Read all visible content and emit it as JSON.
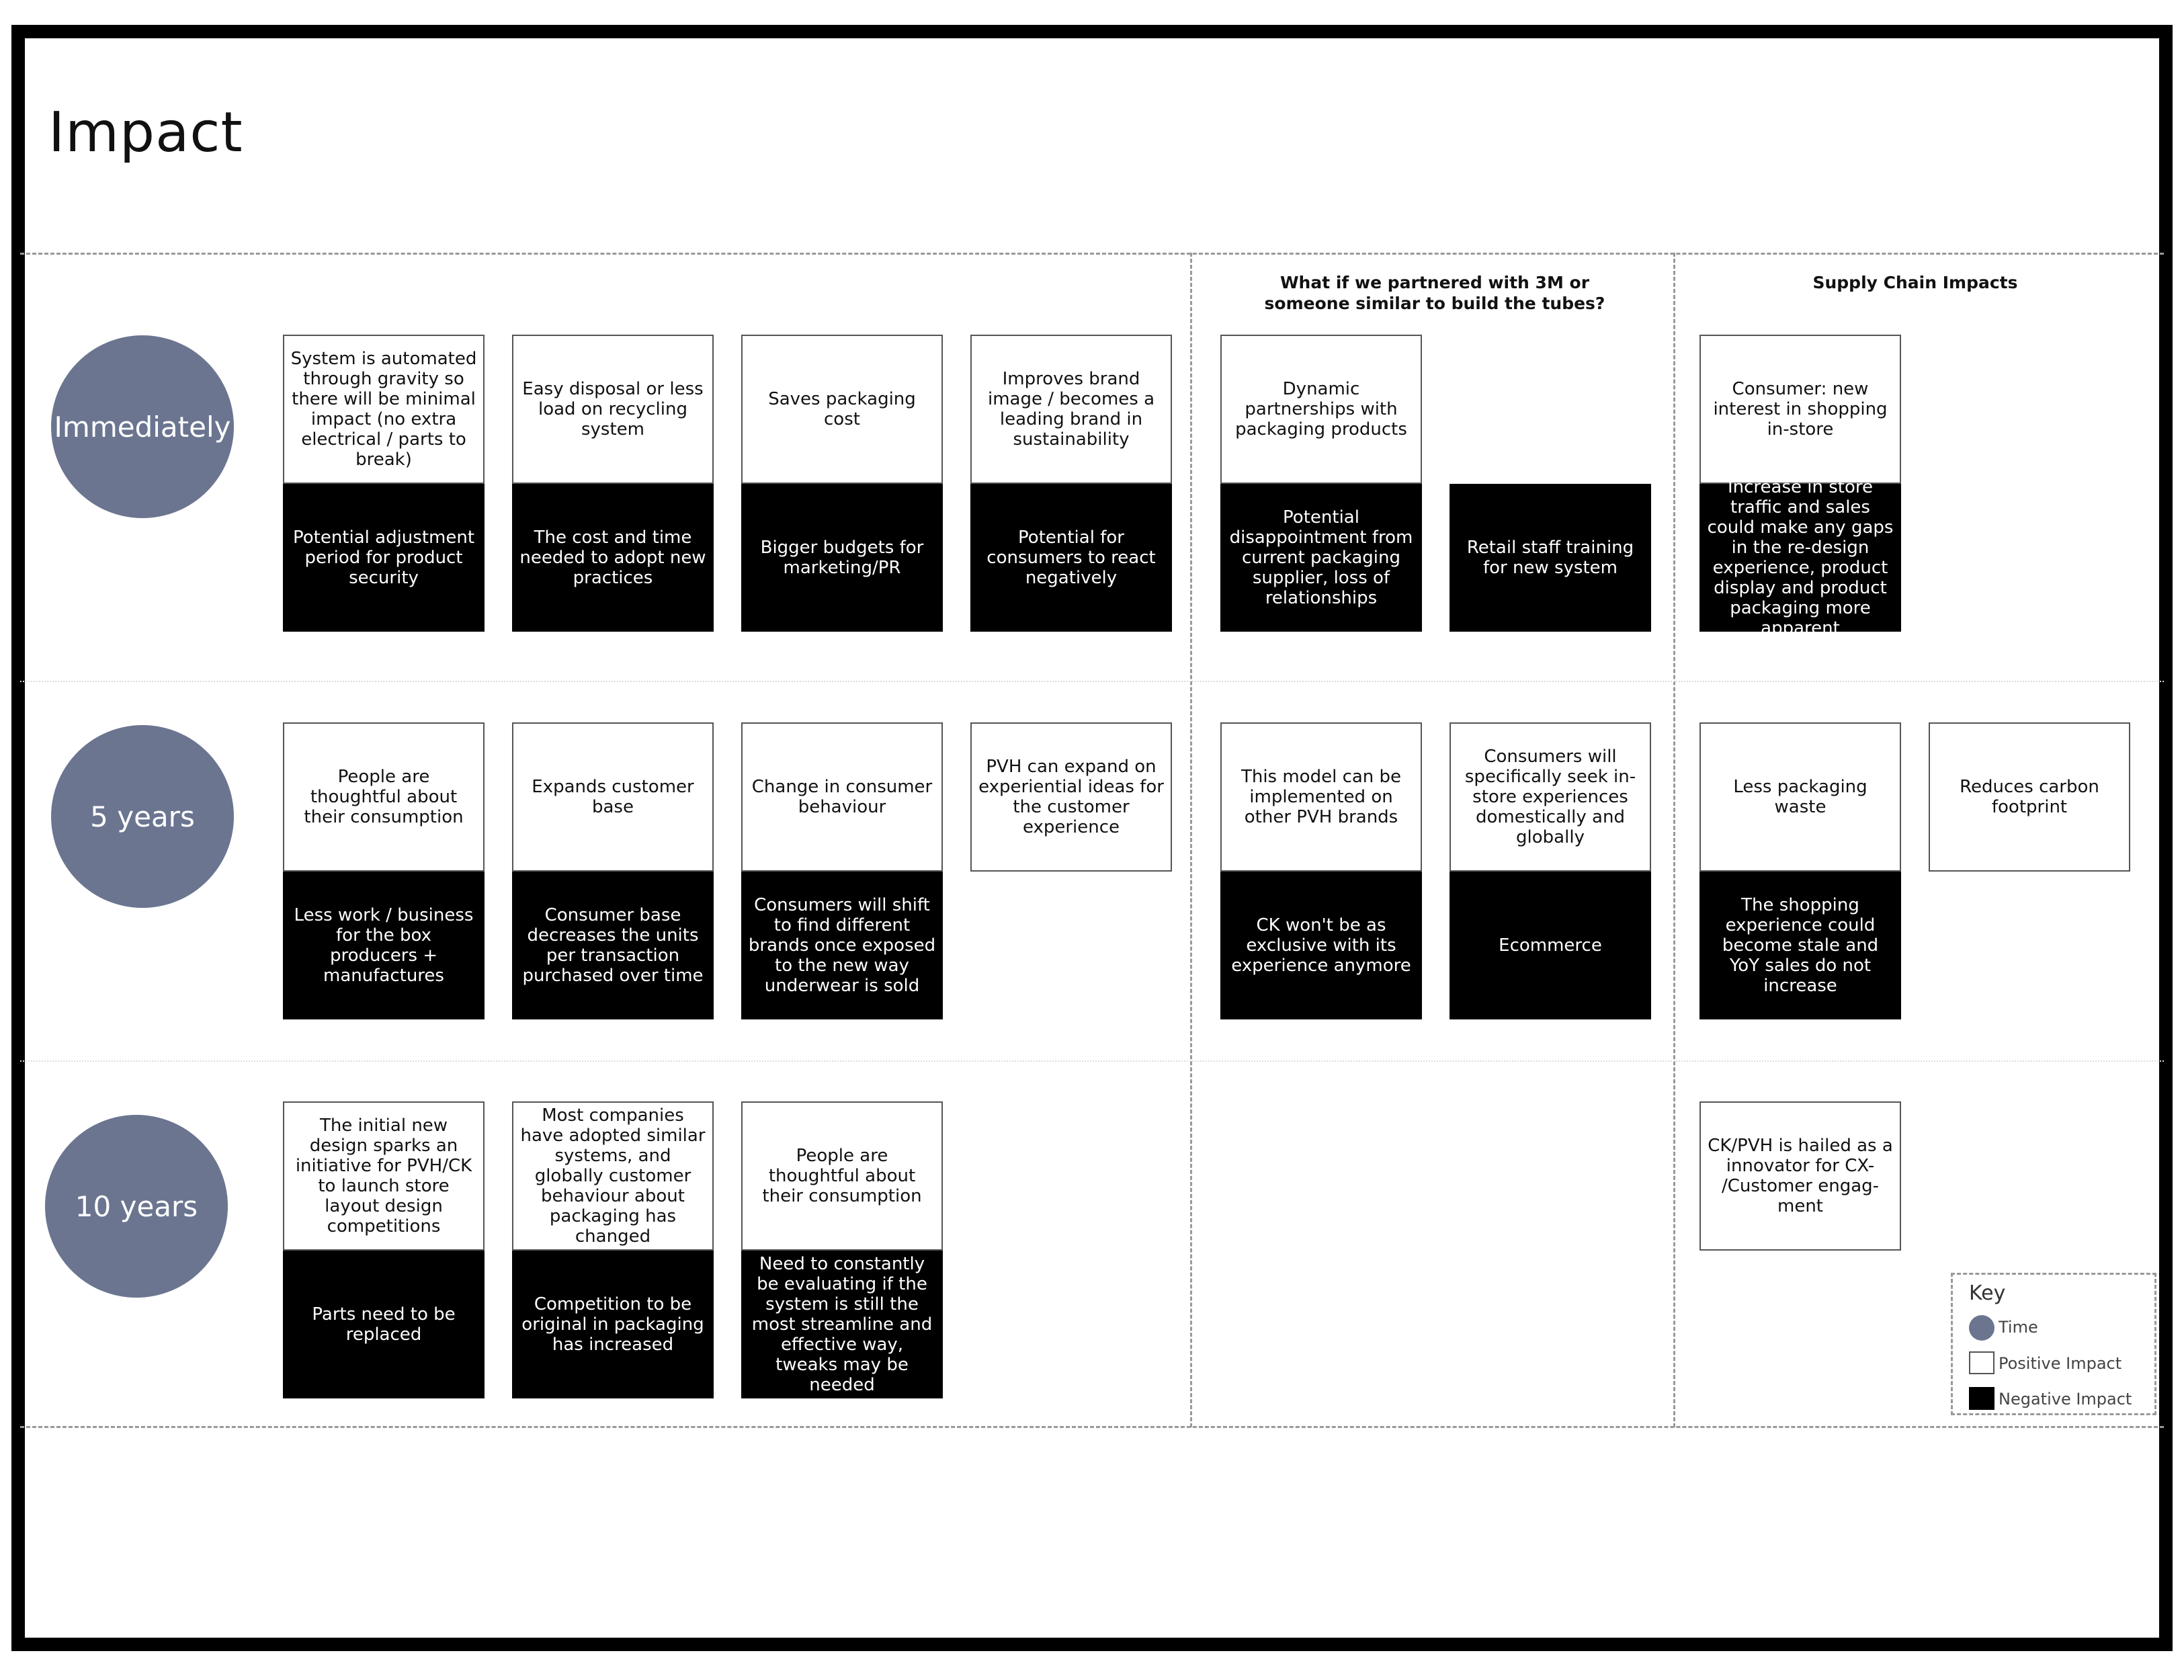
{
  "title": "Impact",
  "columns": {
    "partner": "What if we partnered with 3M or someone similar to build the tubes?",
    "supply": "Supply Chain Impacts"
  },
  "rows": {
    "immediately": "Immediately",
    "five": "5 years",
    "ten": "10 years"
  },
  "cards": {
    "r1c1_pos": "System is automated through gravity so there will be minimal impact (no extra electrical / parts to break)",
    "r1c1_neg": "Potential adjustment period for product security",
    "r1c2_pos": "Easy disposal or less load on recycling system",
    "r1c2_neg": "The cost and time needed to adopt new practices",
    "r1c3_pos": "Saves packaging cost",
    "r1c3_neg": "Bigger budgets for marketing/PR",
    "r1c4_pos": "Improves brand image / becomes a leading brand in sustainability",
    "r1c4_neg": "Potential for consumers to react negatively",
    "r1c5_pos": "Dynamic partnerships with packaging products",
    "r1c5_neg": "Potential disappointment from current packaging supplier, loss of relationships",
    "r1c6_neg": "Retail staff training for new system",
    "r1c7_pos": "Consumer: new interest in shopping in-store",
    "r1c7_neg": "Increase in store traffic and sales could make any gaps in the re-design experience, product display and product packaging more apparent",
    "r2c1_pos": "People are thoughtful about their consumption",
    "r2c1_neg": "Less work / business for the box producers + manufactures",
    "r2c2_pos": "Expands customer base",
    "r2c2_neg": "Consumer base decreases the units per transaction purchased over time",
    "r2c3_pos": "Change in consumer behaviour",
    "r2c3_neg": "Consumers will shift to find different brands once exposed to the new way underwear is sold",
    "r2c4_pos": "PVH can expand on experiential ideas for the customer experience",
    "r2c5_pos": "This model can be implemented on other PVH brands",
    "r2c5_neg": "CK won't be as exclusive with its experience anymore",
    "r2c6_pos": "Consumers will specifically seek in-store experiences domestically and globally",
    "r2c6_neg": "Ecommerce",
    "r2c7_pos": "Less packaging waste",
    "r2c7_neg": "The shopping experience could become stale and YoY sales do not increase",
    "r2c8_pos": "Reduces carbon footprint",
    "r3c1_pos": "The initial new design sparks an initiative for PVH/CK to launch store layout design competitions",
    "r3c1_neg": "Parts need to be replaced",
    "r3c2_pos": "Most companies have adopted similar systems, and globally customer behaviour about packaging has changed",
    "r3c2_neg": "Competition to be original in packaging has increased",
    "r3c3_pos": "People are thoughtful about their consumption",
    "r3c3_neg": "Need to constantly be evaluating if the system is still the most streamline and effective way, tweaks may be needed",
    "r3c7_pos": "CK/PVH is hailed as a innovator for CX- /Customer engag- ment"
  },
  "key": {
    "title": "Key",
    "time": "Time",
    "positive": "Positive Impact",
    "negative": "Negative Impact",
    "time_color": "#6b7590",
    "positive_color": "#ffffff",
    "negative_color": "#000000"
  }
}
